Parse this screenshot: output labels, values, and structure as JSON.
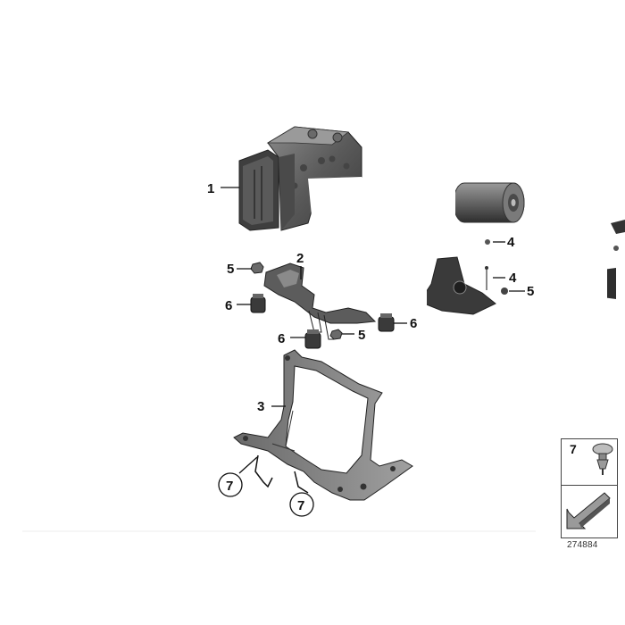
{
  "callouts": {
    "c1": "1",
    "c2": "2",
    "c3": "3",
    "c4a": "4",
    "c4b": "4",
    "c5a": "5",
    "c5b": "5",
    "c5c": "5",
    "c6a": "6",
    "c6b": "6",
    "c6c": "6",
    "c7a": "7",
    "c7b": "7"
  },
  "legend": {
    "part_number": "7",
    "icon": "arrow-icon"
  },
  "reference_number": "274884",
  "colors": {
    "line": "#1a1a1a",
    "part_dark": "#4a4a4a",
    "part_mid": "#777777",
    "part_light": "#b5b5b5"
  }
}
